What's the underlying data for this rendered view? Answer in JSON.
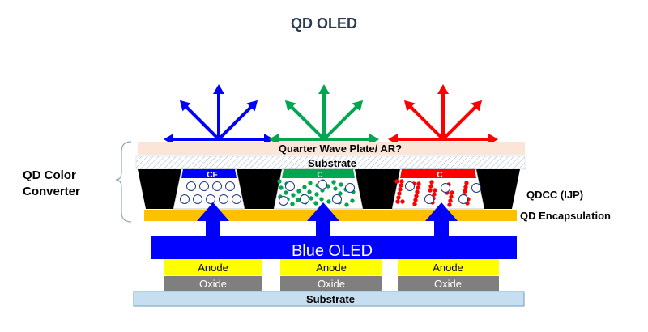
{
  "title": "QD OLED",
  "side_label": {
    "line1": "QD Color",
    "line2": "Converter"
  },
  "layers": {
    "quarter_wave": "Quarter Wave Plate/ AR?",
    "top_substrate": "Substrate",
    "qdcc": "QDCC (IJP)",
    "qd_encapsulation": "QD Encapsulation",
    "blue_oled": "Blue OLED",
    "anode": "Anode",
    "oxide": "Oxide",
    "bottom_substrate": "Substrate"
  },
  "pixels": [
    {
      "color_name": "blue",
      "color": "#0000ff",
      "filter_label": "CF"
    },
    {
      "color_name": "green",
      "color": "#00a650",
      "filter_label": "C"
    },
    {
      "color_name": "red",
      "color": "#ff0000",
      "filter_label": "C"
    }
  ],
  "colors": {
    "blue_oled": "#0000ff",
    "anode": "#ffff00",
    "oxide": "#7f7f7f",
    "bottom_substrate": "#c5dff0",
    "encapsulation": "#ffc000",
    "quarter_wave": "#fbe5d6"
  }
}
